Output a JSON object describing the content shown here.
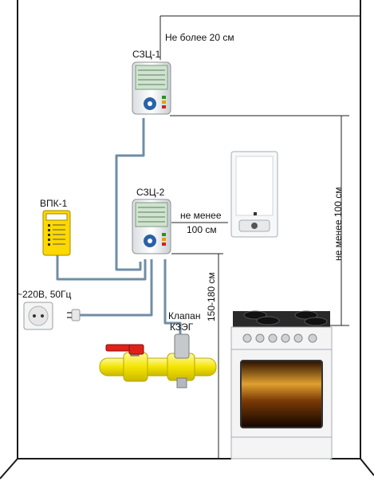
{
  "labels": {
    "max_20cm": "Не более 20 см",
    "sensor1": "СЗЦ-1",
    "sensor2": "СЗЦ-2",
    "vpk": "ВПК-1",
    "min100_line1": "не менее",
    "min100_line2": "100 см",
    "min100_vertical": "не менее 100 см",
    "height_150_180": "150-180 см",
    "power": "~220В, 50Гц",
    "valve_line1": "Клапан",
    "valve_line2": "КЗЭГ"
  },
  "colors": {
    "wall": "#1a1a1a",
    "cable": "#6f8ea6",
    "pipe": "#f2e600",
    "vpk_body": "#ffd800",
    "valve_red": "#e0201a",
    "stove": "#f4f4f4"
  }
}
